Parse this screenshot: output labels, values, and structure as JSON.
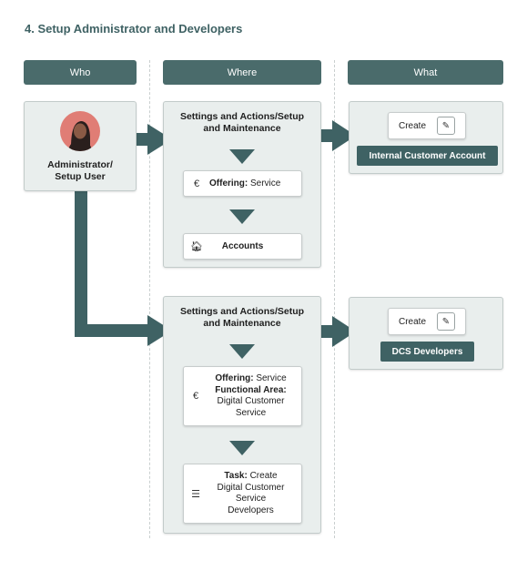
{
  "title": "4.  Setup Administrator and Developers",
  "columns": {
    "who": "Who",
    "where": "Where",
    "what": "What"
  },
  "who": {
    "role_line1": "Administrator/",
    "role_line2": "Setup User"
  },
  "flow1": {
    "panel_title_line1": "Settings and Actions/Setup",
    "panel_title_line2": "and Maintenance",
    "offering_label": "Offering:",
    "offering_value": " Service",
    "accounts": "Accounts",
    "create_label": "Create",
    "result": "Internal Customer Account"
  },
  "flow2": {
    "panel_title_line1": "Settings and Actions/Setup",
    "panel_title_line2": "and Maintenance",
    "offering_label": "Offering:",
    "offering_value": " Service",
    "functional_area_label": "Functional Area:",
    "functional_area_value_line1": "Digital Customer",
    "functional_area_value_line2": "Service",
    "task_label": "Task:",
    "task_value_line1": " Create",
    "task_value_line2": "Digital Customer",
    "task_value_line3": "Service",
    "task_value_line4": "Developers",
    "create_label": "Create",
    "result": "DCS Developers"
  },
  "icons": {
    "avatar": "person-avatar",
    "offering": "offering-icon",
    "accounts": "building-icon",
    "task": "checklist-icon",
    "edit": "pencil-icon"
  },
  "colors": {
    "accent": "#3f6264",
    "header": "#4a6b6b",
    "panel": "#e9eeed",
    "avatar_bg": "#e07d75"
  }
}
